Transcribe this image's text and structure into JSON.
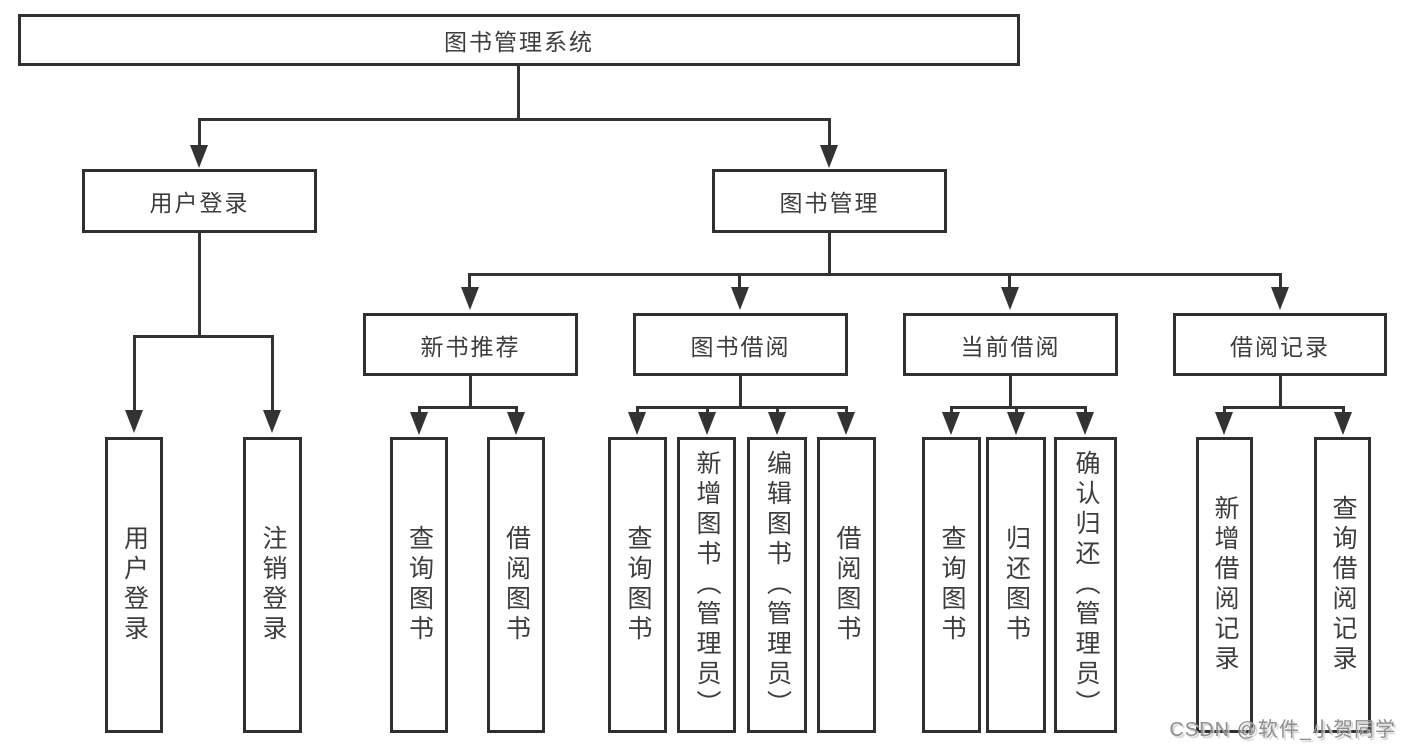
{
  "tree": {
    "root": "图书管理系统",
    "children": [
      {
        "label": "用户登录",
        "children": [
          "用户登录",
          "注销登录"
        ]
      },
      {
        "label": "图书管理",
        "children": [
          {
            "label": "新书推荐",
            "children": [
              "查询图书",
              "借阅图书"
            ]
          },
          {
            "label": "图书借阅",
            "children": [
              "查询图书",
              "新增图书（管理员）",
              "编辑图书（管理员）",
              "借阅图书"
            ]
          },
          {
            "label": "当前借阅",
            "children": [
              "查询图书",
              "归还图书",
              "确认归还（管理员）"
            ]
          },
          {
            "label": "借阅记录",
            "children": [
              "新增借阅记录",
              "查询借阅记录"
            ]
          }
        ]
      }
    ]
  },
  "watermark": "CSDN @软件_小贺同学",
  "colors": {
    "line": "#333333",
    "box_border": "#303030",
    "text": "#3d3d3d",
    "watermark": "#8f8f8f",
    "background": "#ffffff"
  }
}
